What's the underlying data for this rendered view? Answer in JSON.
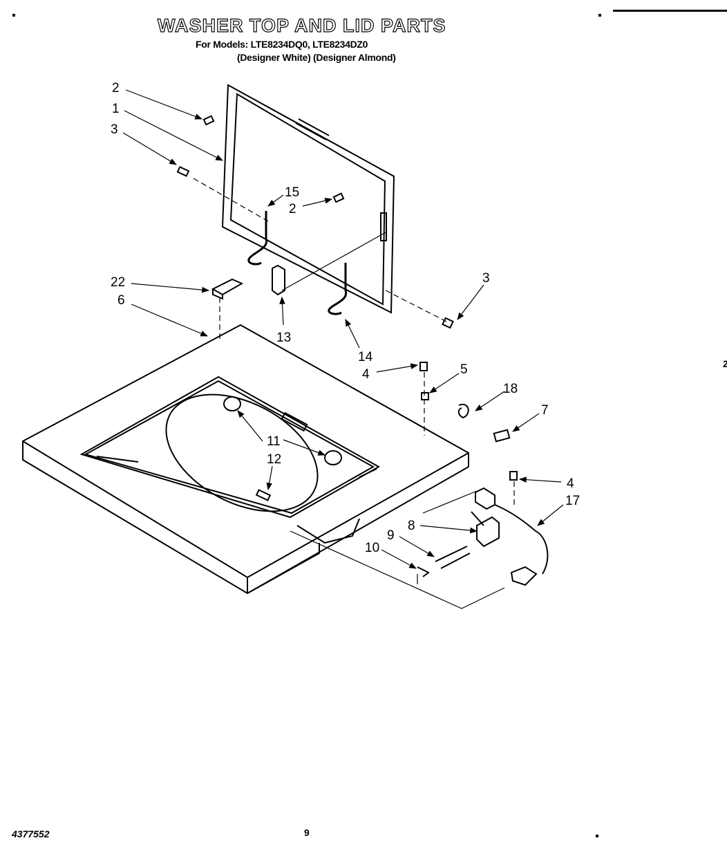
{
  "header": {
    "title": "WASHER TOP AND LID PARTS",
    "models_line": "For Models: LTE8234DQ0, LTE8234DZ0",
    "variants_line": "(Designer White) (Designer Almond)"
  },
  "callouts": {
    "c2a": "2",
    "c1": "1",
    "c3a": "3",
    "c15": "15",
    "c2b": "2",
    "c22": "22",
    "c6": "6",
    "c13": "13",
    "c14": "14",
    "c3b": "3",
    "c4a": "4",
    "c5": "5",
    "c18": "18",
    "c7": "7",
    "c11": "11",
    "c12": "12",
    "c4b": "4",
    "c17": "17",
    "c8": "8",
    "c9": "9",
    "c10": "10"
  },
  "footer": {
    "doc_number": "4377552",
    "page_number": "9",
    "edge_mark": "2"
  }
}
